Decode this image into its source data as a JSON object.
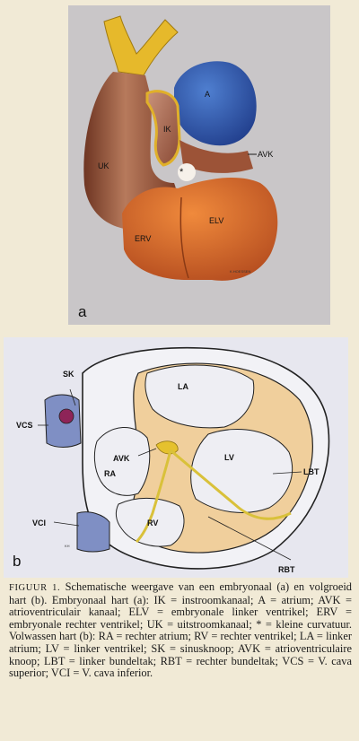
{
  "figure_a": {
    "panel_letter": "a",
    "labels": {
      "A": "A",
      "IK": "IK",
      "AVK": "AVK",
      "UK": "UK",
      "ELV": "ELV",
      "ERV": "ERV",
      "asterisk": "*"
    },
    "signature": "K.HOESSEN"
  },
  "figure_b": {
    "panel_letter": "b",
    "labels": {
      "SK": "SK",
      "LA": "LA",
      "VCS": "VCS",
      "AVK": "AVK",
      "LV": "LV",
      "RA": "RA",
      "LBT": "LBT",
      "VCI": "VCI",
      "RV": "RV",
      "RBT": "RBT"
    },
    "signature": "KH"
  },
  "caption": {
    "label": "FIGUUR 1.",
    "text": "Schematische weergave van een embryonaal (a) en volgroeid hart (b). Embryonaal hart (a): IK = instroomkanaal; A = atrium; AVK = atrioventriculair kanaal; ELV = embryonale linker ventrikel; ERV = embryonale rechter ventrikel; UK = uitstroomkanaal; * = kleine curvatuur. Volwassen hart (b): RA = rechter atrium; RV = rechter ventrikel; LA = linker atrium; LV = linker ventrikel; SK = sinusknoop; AVK = atrioventriculaire knoop; LBT = linker bundeltak; RBT = rechter bundeltak; VCS = V. cava superior; VCI = V. cava inferior."
  }
}
